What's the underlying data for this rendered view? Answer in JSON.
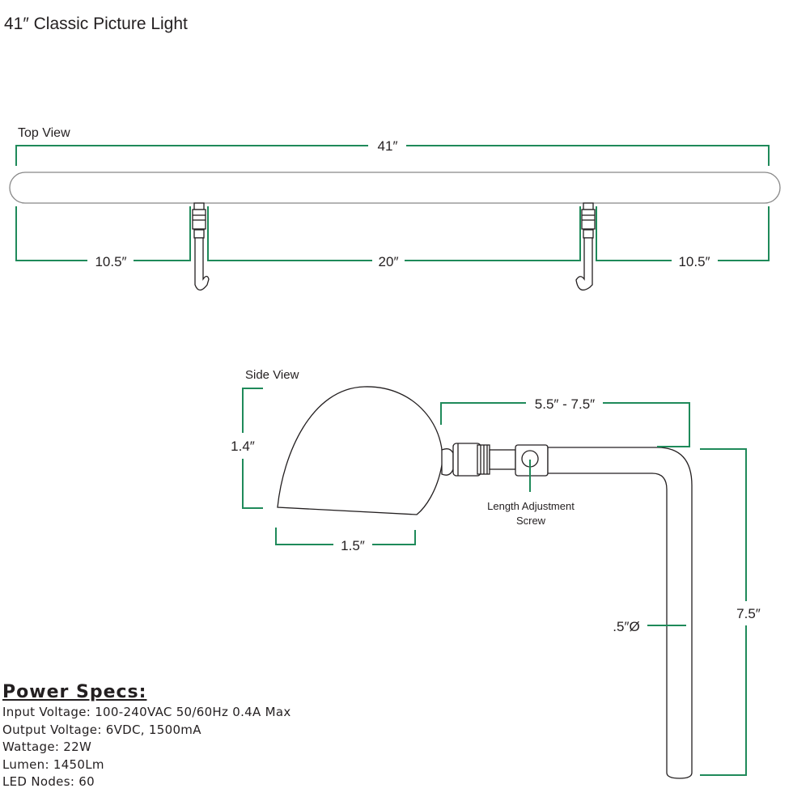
{
  "title": "41″ Classic Picture Light",
  "top_view": {
    "label": "Top View",
    "overall_length": "41″",
    "left_offset": "10.5″",
    "bracket_spacing": "20″",
    "right_offset": "10.5″"
  },
  "side_view": {
    "label": "Side View",
    "shade_height": "1.4″",
    "shade_depth": "1.5″",
    "arm_reach": "5.5″ - 7.5″",
    "arm_drop": "7.5″",
    "tube_diameter": ".5″Ø",
    "screw_label_line1": "Length Adjustment",
    "screw_label_line2": "Screw"
  },
  "power_specs": {
    "heading": "Power Specs:",
    "lines": [
      "Input Voltage: 100-240VAC 50/60Hz 0.4A Max",
      "Output Voltage: 6VDC, 1500mA",
      "Wattage: 22W",
      "Lumen: 1450Lm",
      "LED Nodes: 60"
    ]
  },
  "colors": {
    "dimension_line": "#1f8a5a",
    "drawing_line": "#231f20"
  }
}
